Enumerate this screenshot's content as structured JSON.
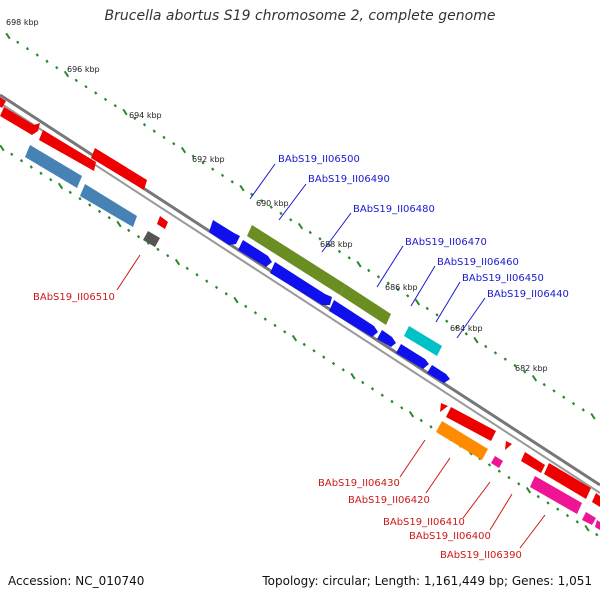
{
  "title": "Brucella abortus S19 chromosome 2, complete genome",
  "footer": {
    "accession": "Accession: NC_010740",
    "summary": "Topology: circular; Length: 1,161,449 bp; Genes: 1,051"
  },
  "colors": {
    "background": "#ffffff",
    "backbone": "#777777",
    "ruler_ticks": "#2a8a2a",
    "label_forward": "#1a1acc",
    "label_reverse": "#cc1a1a",
    "gene_red": "#ee0000",
    "gene_blue": "#1010ee",
    "gene_steelblue": "#4682b4",
    "gene_olive": "#6b8e23",
    "gene_cyan": "#00c0c8",
    "gene_orange": "#ff8c00",
    "gene_magenta": "#ee1493",
    "gene_gray": "#555555"
  },
  "ruler": {
    "labels": [
      "698 kbp",
      "696 kbp",
      "694 kbp",
      "692 kbp",
      "690 kbp",
      "688 kbp",
      "686 kbp",
      "684 kbp",
      "682 kbp"
    ]
  },
  "gene_labels": {
    "forward": [
      "BAbS19_II06500",
      "BAbS19_II06490",
      "BAbS19_II06480",
      "BAbS19_II06470",
      "BAbS19_II06460",
      "BAbS19_II06450",
      "BAbS19_II06440"
    ],
    "reverse": [
      "BAbS19_II06510",
      "BAbS19_II06430",
      "BAbS19_II06420",
      "BAbS19_II06410",
      "BAbS19_II06400",
      "BAbS19_II06390"
    ]
  }
}
